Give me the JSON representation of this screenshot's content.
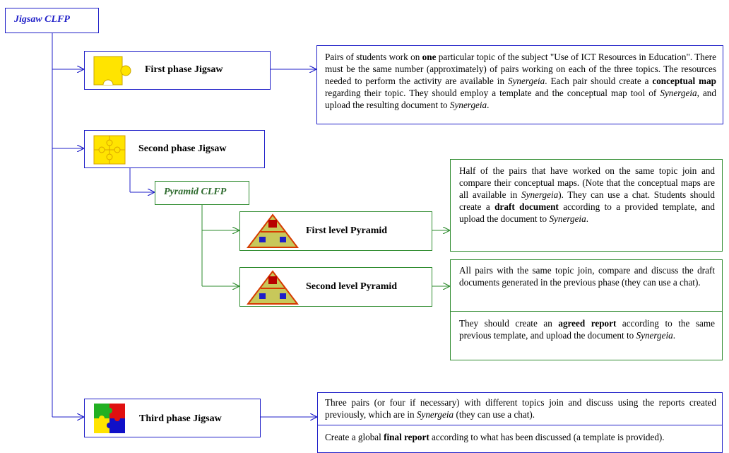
{
  "root": {
    "label": "Jigsaw CLFP"
  },
  "phase1": {
    "label": "First phase Jigsaw",
    "desc": [
      {
        "t": "Pairs of students work on "
      },
      {
        "t": "one",
        "b": true
      },
      {
        "t": " particular topic of the subject \"Use of ICT Resources in Education\". There must be the same number (approximately) of pairs working on each of the three topics. The resources needed to perform the activity are available in "
      },
      {
        "t": "Synergeia",
        "i": true
      },
      {
        "t": ". Each pair should create a "
      },
      {
        "t": "conceptual map",
        "b": true
      },
      {
        "t": " regarding their topic. They should employ a template and the conceptual map tool of "
      },
      {
        "t": "Synergeia",
        "i": true
      },
      {
        "t": ", and upload the resulting document to "
      },
      {
        "t": "Synergeia",
        "i": true
      },
      {
        "t": "."
      }
    ]
  },
  "phase2": {
    "label": "Second phase Jigsaw"
  },
  "pyramid": {
    "label": "Pyramid CLFP"
  },
  "level1": {
    "label": "First level Pyramid",
    "desc": [
      {
        "t": "Half of the pairs that have worked on the same topic join and compare their conceptual maps. (Note that the conceptual maps are all available in "
      },
      {
        "t": "Synergeia",
        "i": true
      },
      {
        "t": "). They can use a chat. Students should create a "
      },
      {
        "t": "draft document",
        "b": true
      },
      {
        "t": " according to a provided template, and upload the document to "
      },
      {
        "t": "Synergeia",
        "i": true
      },
      {
        "t": "."
      }
    ]
  },
  "level2": {
    "label": "Second level Pyramid",
    "desc1": [
      {
        "t": "All pairs with the same topic join, compare and discuss the draft documents generated in the previous phase (they can use a chat)."
      }
    ],
    "desc2": [
      {
        "t": "They should create an "
      },
      {
        "t": "agreed report",
        "b": true
      },
      {
        "t": " according to the same previous template, and upload the document to "
      },
      {
        "t": "Synergeia",
        "i": true
      },
      {
        "t": "."
      }
    ]
  },
  "phase3": {
    "label": "Third phase Jigsaw",
    "desc1": [
      {
        "t": "Three pairs (or four if necessary) with different topics join and discuss using the reports created previously, which are in "
      },
      {
        "t": "Synergeia",
        "i": true
      },
      {
        "t": " (they can use a chat)."
      }
    ],
    "desc2": [
      {
        "t": "Create a global "
      },
      {
        "t": "final report",
        "b": true
      },
      {
        "t": " according to what has been discussed (a template is provided)."
      }
    ]
  },
  "colors": {
    "blue_line": "#1f1fc8",
    "green_line": "#2e8b2e",
    "puzzle_yellow": "#ffe400"
  },
  "icons": [
    "puzzle-piece-icon",
    "puzzle-four-yellow-icon",
    "pyramid-icon",
    "puzzle-four-color-icon"
  ]
}
